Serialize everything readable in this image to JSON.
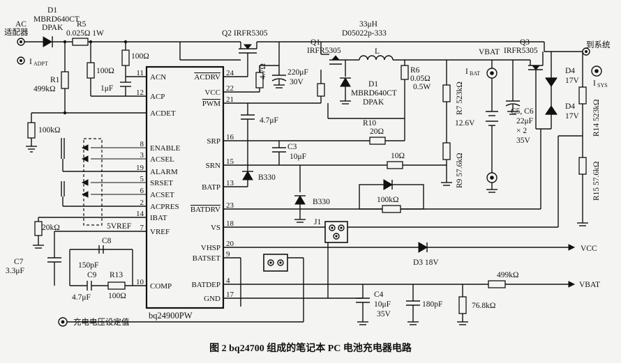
{
  "caption": "图 2   bq24700 组成的笔记本 PC 电池充电器电路",
  "ic": {
    "name": "bq24900PW",
    "left_pins": [
      {
        "num": "11",
        "name": "ACN"
      },
      {
        "num": "12",
        "name": "ACP"
      },
      {
        "num": "",
        "name": "ACDET"
      },
      {
        "num": "8",
        "name": "ENABLE"
      },
      {
        "num": "3",
        "name": "ACSEL"
      },
      {
        "num": "19",
        "name": "ALARM"
      },
      {
        "num": "5",
        "name": "SRSET"
      },
      {
        "num": "6",
        "name": "ACSET"
      },
      {
        "num": "2",
        "name": "ACPRES"
      },
      {
        "num": "14",
        "name": "IBAT"
      },
      {
        "num": "7",
        "name": "VREF"
      },
      {
        "num": "10",
        "name": "COMP"
      }
    ],
    "right_pins": [
      {
        "num": "24",
        "name": "ACDRV"
      },
      {
        "num": "22",
        "name": "VCC"
      },
      {
        "num": "21",
        "name": "PWM"
      },
      {
        "num": "16",
        "name": "SRP"
      },
      {
        "num": "15",
        "name": "SRN"
      },
      {
        "num": "13",
        "name": "BATP"
      },
      {
        "num": "23",
        "name": "BATDRV"
      },
      {
        "num": "18",
        "name": "VS"
      },
      {
        "num": "20",
        "name": "VHSP"
      },
      {
        "num": "9",
        "name": "BATSET"
      },
      {
        "num": "4",
        "name": "BATDEP"
      },
      {
        "num": "17",
        "name": "GND"
      }
    ]
  },
  "labels": {
    "ac_adapter_1": "AC",
    "ac_adapter_2": "适配器",
    "iadpt": "I",
    "iadpt_sub": "ADPT",
    "d1_top": "D1",
    "d1_part": "MBRD640CT",
    "d1_pkg": "DPAK",
    "r5_name": "R5",
    "r5_val": "0.025Ω  1W",
    "q2": "Q2  IRFR5305",
    "inductor_val": "33μH",
    "inductor_part": "D05022p-333",
    "inductor_name": "L",
    "q1": "Q1",
    "q1_part": "IRFR5305",
    "vbat_node": "VBAT",
    "q3": "Q3",
    "q3_part": "IRFR5305",
    "to_system": "到系统",
    "isys": "I",
    "isys_sub": "SYS",
    "r_100a": "100Ω",
    "r_100b": "100Ω",
    "c_1u": "1μF",
    "r1_name": "R1",
    "r1_val": "499kΩ",
    "r_100k_acdet": "100kΩ",
    "r_4k7": "4.7Ω",
    "c_220u_1": "220μF",
    "c_220u_2": "30V",
    "d1b_name": "D1",
    "d1b_part": "MBRD640CT",
    "d1b_pkg": "DPAK",
    "r6_name": "R6",
    "r6_val1": "0.05Ω",
    "r6_val2": "0.5W",
    "r7": "R7  523kΩ",
    "ibat": "I",
    "ibat_sub": "BAT",
    "c_4u7": "4.7μF",
    "r10_name": "R10",
    "r10_val": "20Ω",
    "c3_name": "C3",
    "c3_val": "10μF",
    "r_10": "10Ω",
    "b330_1": "B330",
    "b330_2": "B330",
    "r_100k_batdrv": "100kΩ",
    "batt_v": "12.6V",
    "r9": "R9  57.6kΩ",
    "c5c6_1": "C5, C6",
    "c5c6_2": "22μF",
    "c5c6_3": "× 2",
    "c5c6_4": "35V",
    "d4a": "D4",
    "d4a_v": "17V",
    "d4b": "D4",
    "d4b_v": "17V",
    "r14": "R14  523kΩ",
    "r15": "R15  57.6kΩ",
    "r_20k": "20kΩ",
    "vref_5": "5VREF",
    "c7_name": "C7",
    "c7_val": "3.3μF",
    "c8_name": "C8",
    "c8_val": "150pF",
    "c9_name": "C9",
    "c9_val": "4.7μF",
    "r13_name": "R13",
    "r13_val": "100Ω",
    "j1": "J1",
    "d3": "D3  18V",
    "vcc_out": "VCC",
    "r_499k": "499kΩ",
    "vbat_out": "VBAT",
    "c4_name": "C4",
    "c4_val1": "10μF",
    "c4_val2": "35V",
    "c_180p": "180pF",
    "r_76k8": "76.8kΩ",
    "charge_set": "充电电压设定值"
  }
}
